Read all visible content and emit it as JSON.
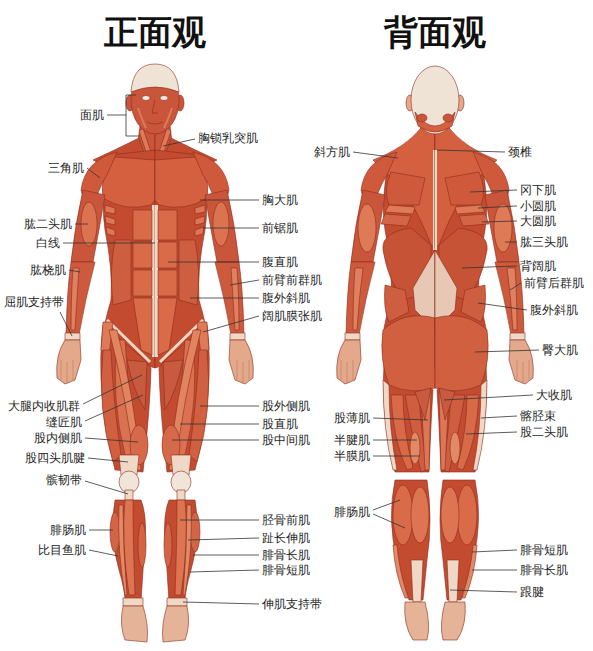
{
  "diagram": {
    "labels": [
      "正面观",
      "背面观",
      "面肌",
      "三角肌",
      "肱二头肌",
      "白线",
      "肱桡肌",
      "屈肌支持带",
      "大腿内收肌群",
      "缝匠肌",
      "股内侧肌",
      "股四头肌腱",
      "髌韧带",
      "腓肠肌",
      "比目鱼肌",
      "胸锁乳突肌",
      "胸大肌",
      "前锯肌",
      "腹直肌",
      "前臂前群肌",
      "腹外斜肌",
      "阔肌膜张肌",
      "股外侧肌",
      "股直肌",
      "股中间肌",
      "胫骨前肌",
      "趾长伸肌",
      "腓骨长肌",
      "腓骨短肌",
      "伸肌支持带",
      "斜方肌",
      "颈椎",
      "冈下肌",
      "小圆肌",
      "大圆肌",
      "肱三头肌",
      "背阔肌",
      "前臂后群肌",
      "腹外斜肌",
      "臀大肌",
      "大收肌",
      "髂胫束",
      "股二头肌",
      "股薄肌",
      "半腱肌",
      "半膜肌",
      "腓肠肌",
      "腓骨短肌",
      "腓骨长肌",
      "跟腱"
    ]
  }
}
